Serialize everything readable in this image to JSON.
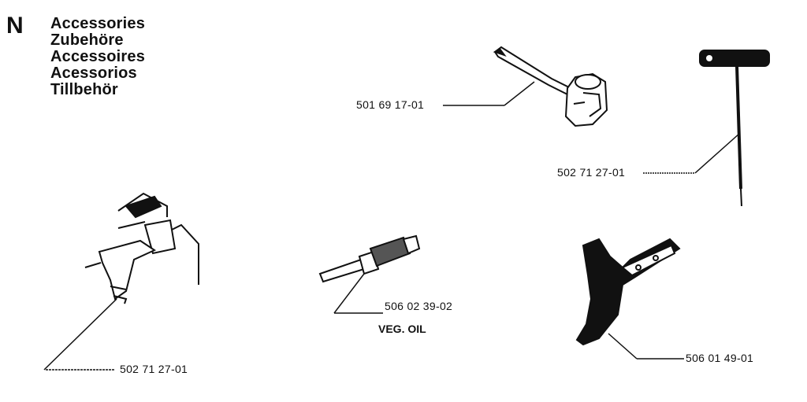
{
  "section": {
    "letter": "N"
  },
  "titles": [
    "Accessories",
    "Zubehöre",
    "Accessoires",
    "Acessorios",
    "Tillbehör"
  ],
  "parts": [
    {
      "number": "501 69 17-01"
    },
    {
      "number": "502 71 27-01"
    },
    {
      "number": "502 71 27-01"
    },
    {
      "number": "506 02 39-02",
      "note": "VEG. OIL"
    },
    {
      "number": "506 01 49-01"
    }
  ]
}
